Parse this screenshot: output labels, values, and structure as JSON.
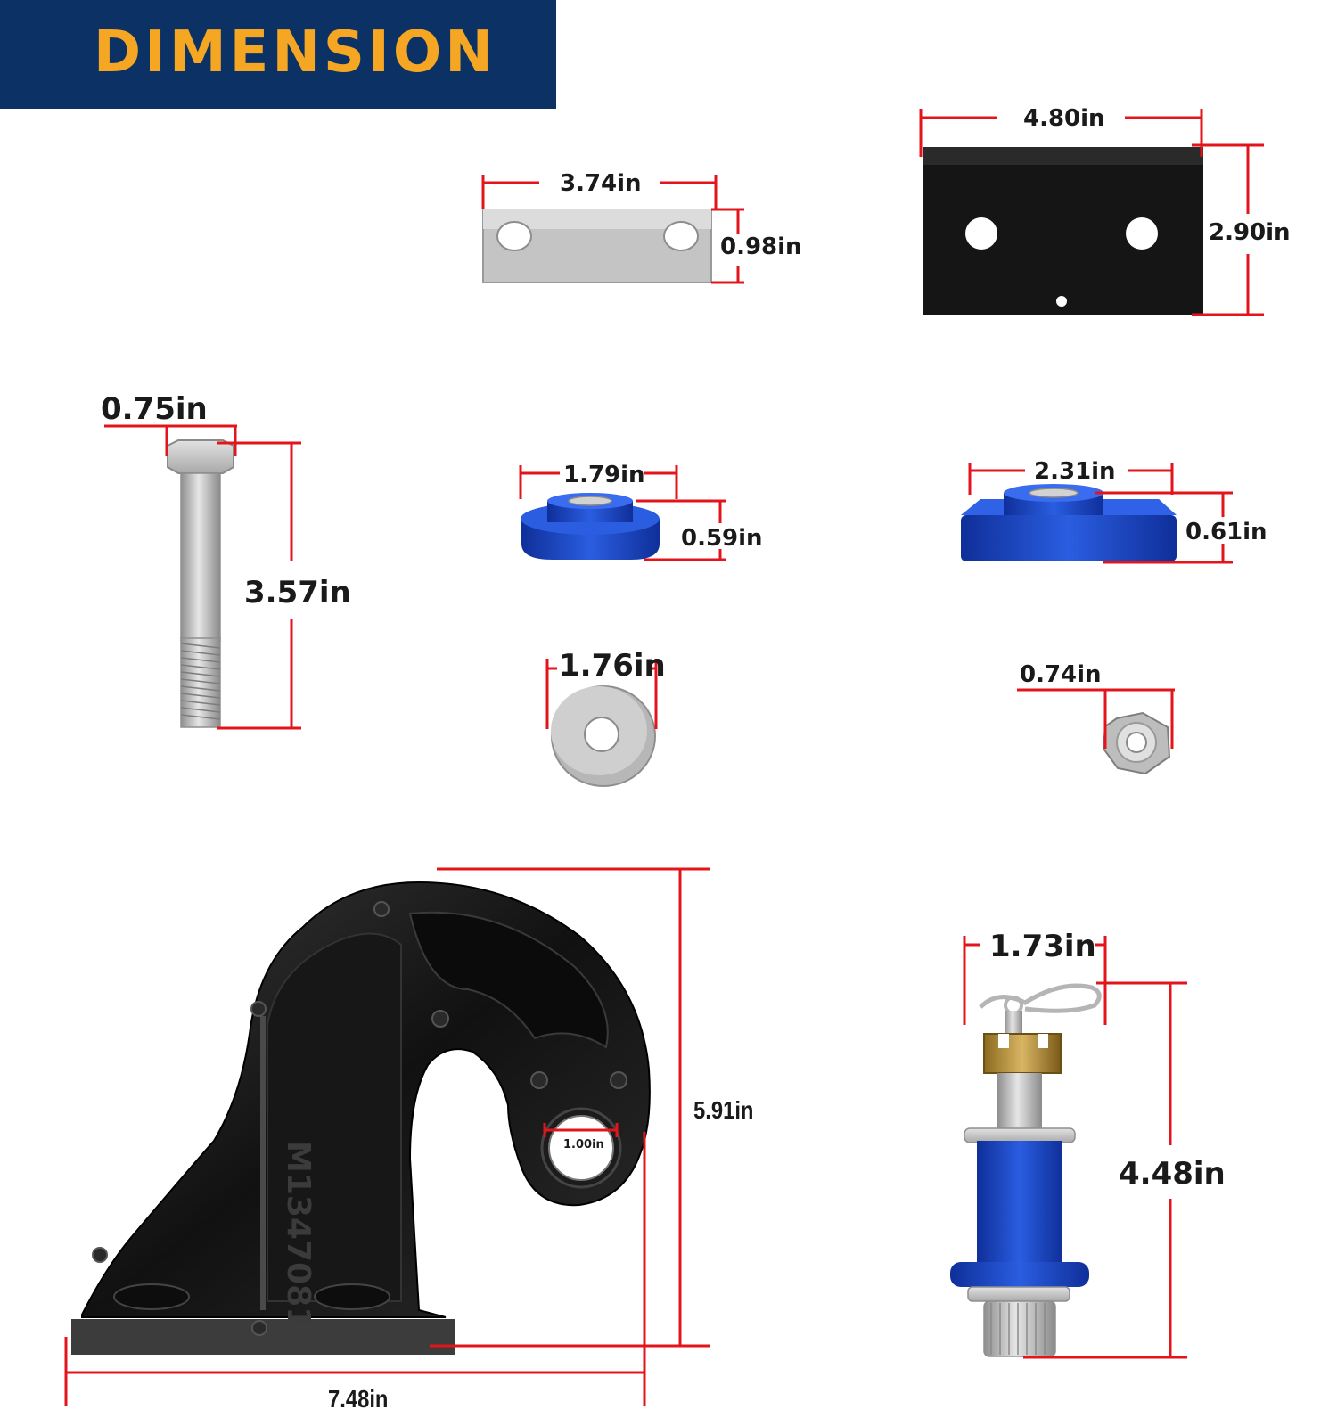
{
  "banner": {
    "title": "DIMENSION",
    "background": "#0c3265",
    "text_color": "#f5a623"
  },
  "dimension_color": "#e3141b",
  "parts": [
    {
      "id": "spacer-plate",
      "width": "3.74in",
      "height": "0.98in",
      "color": "#c9c9c9"
    },
    {
      "id": "mounting-plate",
      "width": "4.80in",
      "height": "2.90in",
      "color": "#151515"
    },
    {
      "id": "hex-bolt",
      "head": "0.75in",
      "length": "3.57in",
      "color": "#bcbcbc"
    },
    {
      "id": "round-bushing",
      "width": "1.79in",
      "height": "0.59in",
      "color": "#1746c4"
    },
    {
      "id": "square-bushing",
      "width": "2.31in",
      "height": "0.61in",
      "color": "#1746c4"
    },
    {
      "id": "flat-washer",
      "diameter": "1.76in",
      "color": "#bdbdbd"
    },
    {
      "id": "lock-nut",
      "width": "0.74in",
      "color": "#c8c8c8"
    },
    {
      "id": "pintle-hook",
      "width": "7.48in",
      "height": "5.91in",
      "eye": "1.00in",
      "stamp": "M1347081",
      "color": "#1b1b1b"
    },
    {
      "id": "pin-assembly",
      "width": "1.73in",
      "height": "4.48in",
      "color": "#1746c4"
    }
  ]
}
